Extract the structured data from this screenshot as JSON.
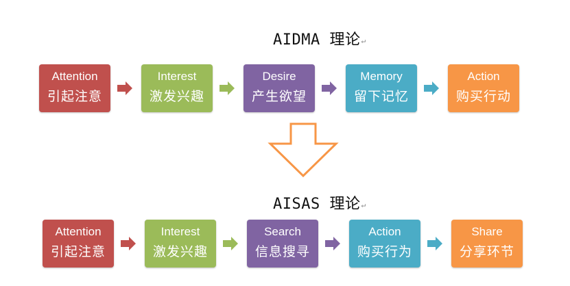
{
  "diagram": {
    "top": {
      "title": "AIDMA 理论",
      "mark": "↵",
      "steps": [
        {
          "en": "Attention",
          "cn": "引起注意",
          "color": "#c0504d"
        },
        {
          "en": "Interest",
          "cn": "激发兴趣",
          "color": "#9bbb59"
        },
        {
          "en": "Desire",
          "cn": "产生欲望",
          "color": "#8064a2"
        },
        {
          "en": "Memory",
          "cn": "留下记忆",
          "color": "#4bacc6"
        },
        {
          "en": "Action",
          "cn": "购买行动",
          "color": "#f79646"
        }
      ],
      "arrow_colors": [
        "#c0504d",
        "#9bbb59",
        "#8064a2",
        "#4bacc6"
      ]
    },
    "transition_arrow_color": "#f79646",
    "bottom": {
      "title": "AISAS 理论",
      "mark": "↵",
      "steps": [
        {
          "en": "Attention",
          "cn": "引起注意",
          "color": "#c0504d"
        },
        {
          "en": "Interest",
          "cn": "激发兴趣",
          "color": "#9bbb59"
        },
        {
          "en": "Search",
          "cn": "信息搜寻",
          "color": "#8064a2"
        },
        {
          "en": "Action",
          "cn": "购买行为",
          "color": "#4bacc6"
        },
        {
          "en": "Share",
          "cn": "分享环节",
          "color": "#f79646"
        }
      ],
      "arrow_colors": [
        "#c0504d",
        "#9bbb59",
        "#8064a2",
        "#4bacc6"
      ]
    }
  }
}
